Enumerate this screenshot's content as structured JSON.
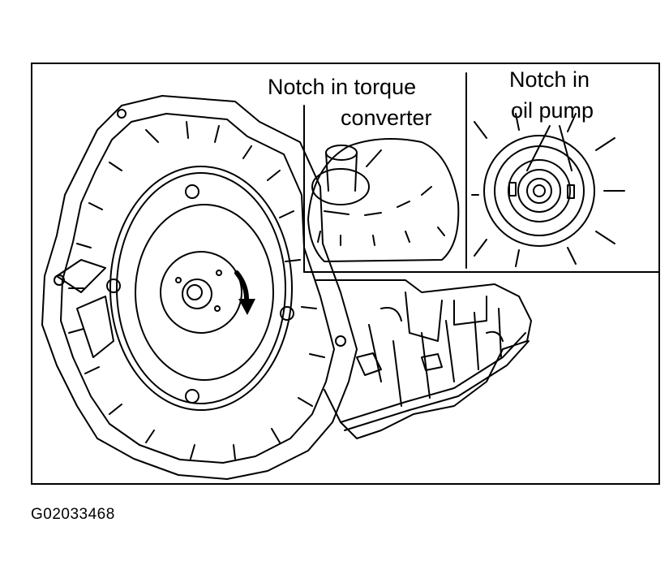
{
  "figure": {
    "id": "G02033468",
    "callouts": {
      "torque_converter": {
        "line1": "Notch in torque",
        "line2": "converter"
      },
      "oil_pump": {
        "line1": "Notch in",
        "line2": "oil pump"
      }
    },
    "icons": [
      "rotation-arrow-icon"
    ],
    "colors": {
      "ink": "#000000",
      "paper": "#ffffff"
    }
  }
}
